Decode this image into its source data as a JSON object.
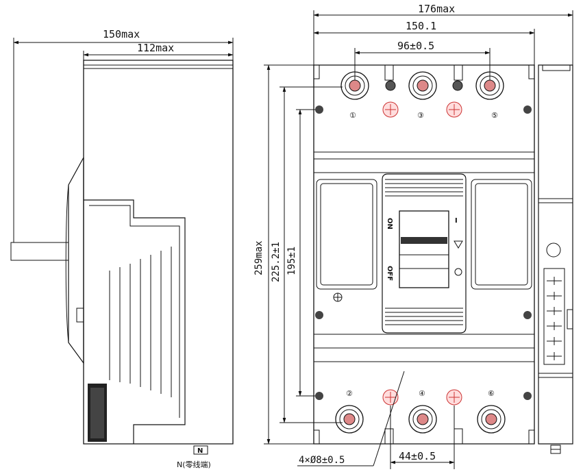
{
  "side_view": {
    "dim_overall_depth": "150max",
    "dim_body_depth": "112max"
  },
  "front_view": {
    "dim_total_width": "176max",
    "dim_body_width": "150.1",
    "dim_pole_pitch": "96±0.5",
    "dim_total_height": "259max",
    "dim_terminal_height": "225.2±1",
    "dim_mount_height": "195±1",
    "dim_mount_holes": "4×Ø8±0.5",
    "dim_mount_width": "44±0.5",
    "terminal_labels_top": [
      "①",
      "③",
      "⑤"
    ],
    "terminal_labels_bottom": [
      "②",
      "④",
      "⑥"
    ],
    "switch_on": "ON",
    "switch_off": "OFF",
    "neutral_label": "N(零线端)",
    "neutral_tag": "N"
  }
}
